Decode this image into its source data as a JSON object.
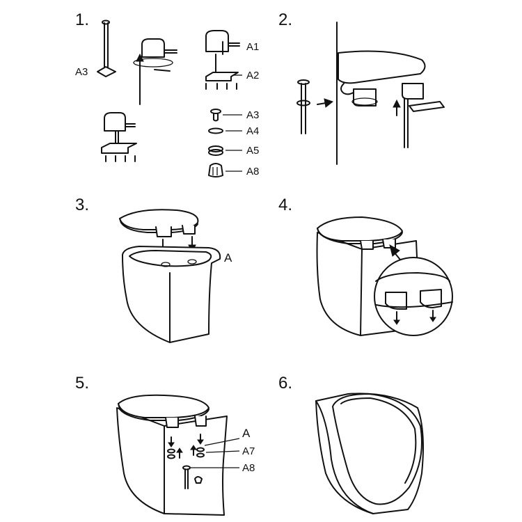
{
  "steps": [
    {
      "number": "1.",
      "labels": [
        "A1",
        "A2",
        "A3",
        "A4",
        "A5",
        "A8",
        "A3"
      ]
    },
    {
      "number": "2."
    },
    {
      "number": "3.",
      "labels": [
        "A"
      ]
    },
    {
      "number": "4."
    },
    {
      "number": "5.",
      "labels": [
        "A",
        "A7",
        "A8"
      ]
    },
    {
      "number": "6."
    }
  ],
  "colors": {
    "line": "#111111",
    "background": "#ffffff"
  }
}
